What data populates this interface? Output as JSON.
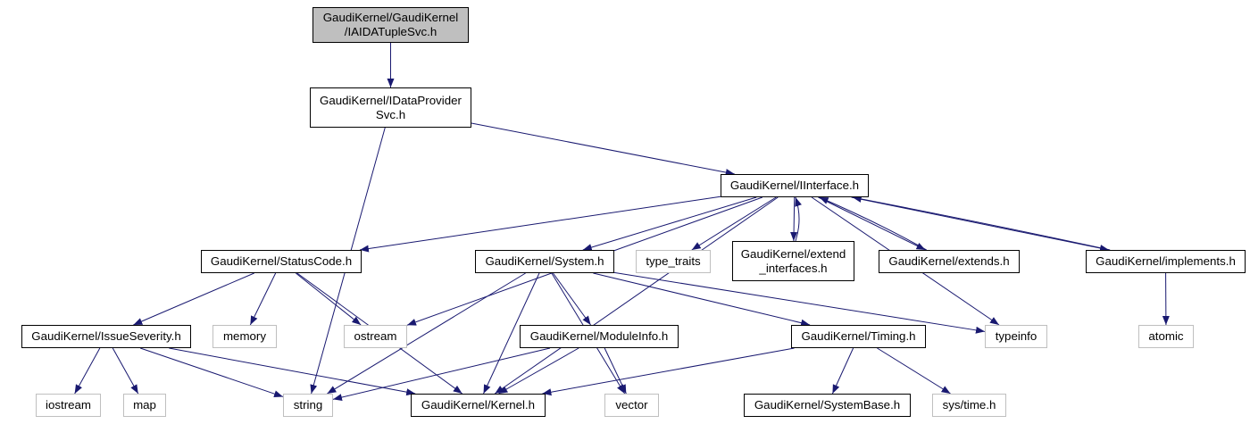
{
  "title": "GaudiKernel/GaudiKernel/IAIDATupleSvc.h include dependency graph",
  "colors": {
    "edge": "#191970",
    "root_fill": "#bfbfbf",
    "project_border": "#000000",
    "system_border": "#bfbfbf"
  },
  "nodes": [
    {
      "id": "root",
      "label": "GaudiKernel/GaudiKernel\n/IAIDATupleSvc.h",
      "kind": "root"
    },
    {
      "id": "idataprovidersvc",
      "label": "GaudiKernel/IDataProvider\nSvc.h",
      "kind": "project"
    },
    {
      "id": "iinterface",
      "label": "GaudiKernel/IInterface.h",
      "kind": "project"
    },
    {
      "id": "statuscode",
      "label": "GaudiKernel/StatusCode.h",
      "kind": "project"
    },
    {
      "id": "system",
      "label": "GaudiKernel/System.h",
      "kind": "project"
    },
    {
      "id": "type_traits",
      "label": "type_traits",
      "kind": "system"
    },
    {
      "id": "extend_interfaces",
      "label": "GaudiKernel/extend\n_interfaces.h",
      "kind": "project"
    },
    {
      "id": "extends",
      "label": "GaudiKernel/extends.h",
      "kind": "project"
    },
    {
      "id": "implements",
      "label": "GaudiKernel/implements.h",
      "kind": "project"
    },
    {
      "id": "issueseverity",
      "label": "GaudiKernel/IssueSeverity.h",
      "kind": "project"
    },
    {
      "id": "memory",
      "label": "memory",
      "kind": "system"
    },
    {
      "id": "ostream",
      "label": "ostream",
      "kind": "system"
    },
    {
      "id": "moduleinfo",
      "label": "GaudiKernel/ModuleInfo.h",
      "kind": "project"
    },
    {
      "id": "timing",
      "label": "GaudiKernel/Timing.h",
      "kind": "project"
    },
    {
      "id": "typeinfo",
      "label": "typeinfo",
      "kind": "system"
    },
    {
      "id": "atomic",
      "label": "atomic",
      "kind": "system"
    },
    {
      "id": "iostream",
      "label": "iostream",
      "kind": "system"
    },
    {
      "id": "map",
      "label": "map",
      "kind": "system"
    },
    {
      "id": "string",
      "label": "string",
      "kind": "system"
    },
    {
      "id": "kernel",
      "label": "GaudiKernel/Kernel.h",
      "kind": "project"
    },
    {
      "id": "vector",
      "label": "vector",
      "kind": "system"
    },
    {
      "id": "systembase",
      "label": "GaudiKernel/SystemBase.h",
      "kind": "project"
    },
    {
      "id": "systime",
      "label": "sys/time.h",
      "kind": "system"
    }
  ],
  "edges": [
    {
      "from": "root",
      "to": "idataprovidersvc"
    },
    {
      "from": "idataprovidersvc",
      "to": "iinterface"
    },
    {
      "from": "idataprovidersvc",
      "to": "string"
    },
    {
      "from": "iinterface",
      "to": "statuscode"
    },
    {
      "from": "iinterface",
      "to": "system"
    },
    {
      "from": "iinterface",
      "to": "type_traits"
    },
    {
      "from": "iinterface",
      "to": "extend_interfaces"
    },
    {
      "from": "iinterface",
      "to": "extends"
    },
    {
      "from": "iinterface",
      "to": "implements"
    },
    {
      "from": "iinterface",
      "to": "ostream"
    },
    {
      "from": "iinterface",
      "to": "kernel"
    },
    {
      "from": "iinterface",
      "to": "typeinfo"
    },
    {
      "from": "extend_interfaces",
      "to": "iinterface"
    },
    {
      "from": "extends",
      "to": "iinterface"
    },
    {
      "from": "implements",
      "to": "iinterface"
    },
    {
      "from": "implements",
      "to": "atomic"
    },
    {
      "from": "statuscode",
      "to": "issueseverity"
    },
    {
      "from": "statuscode",
      "to": "memory"
    },
    {
      "from": "statuscode",
      "to": "ostream"
    },
    {
      "from": "statuscode",
      "to": "kernel"
    },
    {
      "from": "system",
      "to": "moduleinfo"
    },
    {
      "from": "system",
      "to": "timing"
    },
    {
      "from": "system",
      "to": "typeinfo"
    },
    {
      "from": "system",
      "to": "string"
    },
    {
      "from": "system",
      "to": "kernel"
    },
    {
      "from": "system",
      "to": "vector"
    },
    {
      "from": "issueseverity",
      "to": "iostream"
    },
    {
      "from": "issueseverity",
      "to": "map"
    },
    {
      "from": "issueseverity",
      "to": "string"
    },
    {
      "from": "issueseverity",
      "to": "kernel"
    },
    {
      "from": "moduleinfo",
      "to": "string"
    },
    {
      "from": "moduleinfo",
      "to": "kernel"
    },
    {
      "from": "moduleinfo",
      "to": "vector"
    },
    {
      "from": "timing",
      "to": "kernel"
    },
    {
      "from": "timing",
      "to": "systembase"
    },
    {
      "from": "timing",
      "to": "systime"
    }
  ]
}
